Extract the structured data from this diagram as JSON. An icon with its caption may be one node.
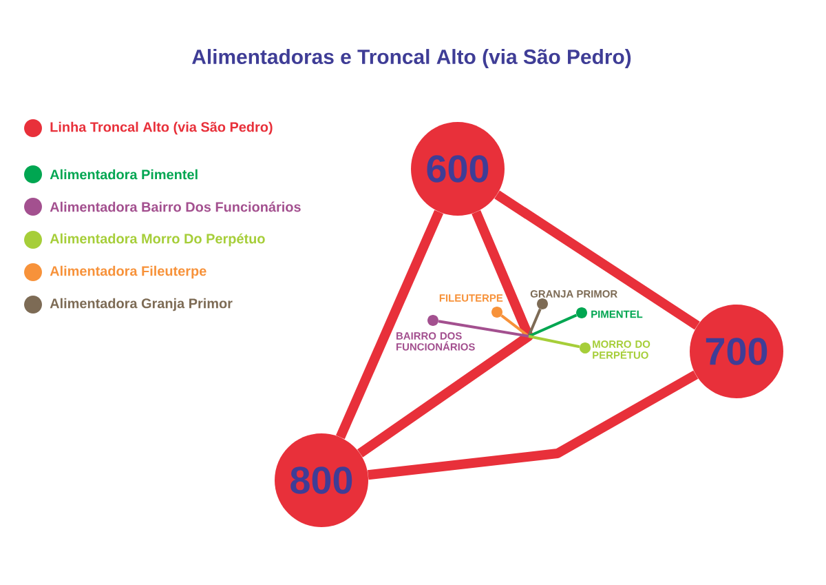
{
  "diagram": {
    "title": "Alimentadoras e Troncal Alto (via São Pedro)",
    "nodes": [
      {
        "text": [
          "600"
        ]
      },
      {
        "text": [
          "700"
        ]
      },
      {
        "text": [
          "800"
        ]
      },
      {
        "text": [],
        "shape": "circle",
        "beside": [
          "FILEUTERPE"
        ]
      },
      {
        "text": [],
        "shape": "circle",
        "beside": [
          "GRANJA PRIMOR"
        ]
      },
      {
        "text": [],
        "shape": "circle",
        "beside": [
          "PIMENTEL"
        ]
      },
      {
        "text": [],
        "shape": "circle",
        "beside": [
          "BAIRRO DOS FUNCIONÁRIOS"
        ]
      },
      {
        "text": [],
        "shape": "circle",
        "beside": [
          "MORRO DO PERPÉTUO"
        ]
      }
    ],
    "edges": [
      {
        "from": 0,
        "to": 1,
        "arrow": "none",
        "style": "thick"
      },
      {
        "from": 0,
        "to": 2,
        "arrow": "none",
        "style": "thick"
      },
      {
        "from": 0,
        "to": 2,
        "arrow": "none",
        "style": "thick"
      },
      {
        "from": 1,
        "to": 2,
        "arrow": "none",
        "style": "thick"
      },
      {
        "from": null,
        "to": 3,
        "arrow": "none",
        "color": "#f7923a"
      },
      {
        "from": null,
        "to": 4,
        "arrow": "none",
        "color": "#7d6b55"
      },
      {
        "from": null,
        "to": 5,
        "arrow": "none",
        "color": "#00a651"
      },
      {
        "from": null,
        "to": 6,
        "arrow": "none",
        "color": "#a3508f"
      },
      {
        "from": null,
        "to": 7,
        "arrow": "none",
        "color": "#a6ce39"
      }
    ],
    "legend": [
      {
        "text": "Linha Troncal  Alto (via São Pedro)",
        "color": "#e8303a"
      },
      {
        "text": "Alimentadora Pimentel",
        "color": "#00a651"
      },
      {
        "text": "Alimentadora Bairro Dos Funcionários",
        "color": "#a3508f"
      },
      {
        "text": "Alimentadora Morro Do Perpétuo",
        "color": "#a6ce39"
      },
      {
        "text": "Alimentadora Fileuterpe",
        "color": "#f7923a"
      },
      {
        "text": "Alimentadora Granja Primor",
        "color": "#7d6b55"
      }
    ]
  }
}
